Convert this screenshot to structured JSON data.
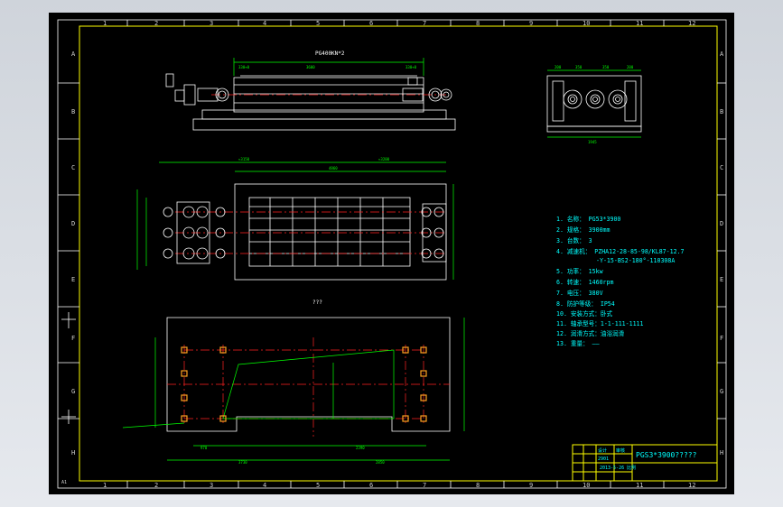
{
  "zones": {
    "columns": [
      "1",
      "2",
      "3",
      "4",
      "5",
      "6",
      "7",
      "8",
      "9",
      "10",
      "11",
      "12"
    ],
    "rows": [
      "A",
      "B",
      "C",
      "D",
      "E",
      "F",
      "G",
      "H"
    ]
  },
  "sheet": {
    "size_mark": "A1"
  },
  "views": {
    "front_label": "PG400KN*2",
    "front_dims": [
      "330+0",
      "3600",
      "330+0"
    ],
    "side_dims": [
      "200",
      "350",
      "350",
      "200",
      "1945"
    ],
    "top_dims": [
      "≈3150",
      "4860",
      "≈3200"
    ],
    "foundation_label": "???",
    "foundation_dims": [
      "970",
      "2390",
      "3730",
      "2850"
    ]
  },
  "specs": [
    "1. 名称：  PG53*3900",
    "2. 规格：  3900mm",
    "3. 台数：  3",
    "4. 减速机： PZHA12-28-85-98/KL87-12.7",
    "-Y-15-BS2-180°-110308A",
    "5. 功率：  15kw",
    "6. 转速：  1460rpm",
    "7. 电压：  380V",
    "8. 防护等级： IP54",
    "10. 安装方式：卧式",
    "11. 轴承型号：1-1-111-1111",
    "12. 润滑方式：油浴润滑",
    "13. 重量：  ——"
  ],
  "title_block": {
    "cell_a": "设计",
    "cell_b": "审核",
    "cell_c": "2901",
    "cell_d": "2013-5-26",
    "cell_e": "比例",
    "drawing_title": "PGS3*3900?????"
  }
}
